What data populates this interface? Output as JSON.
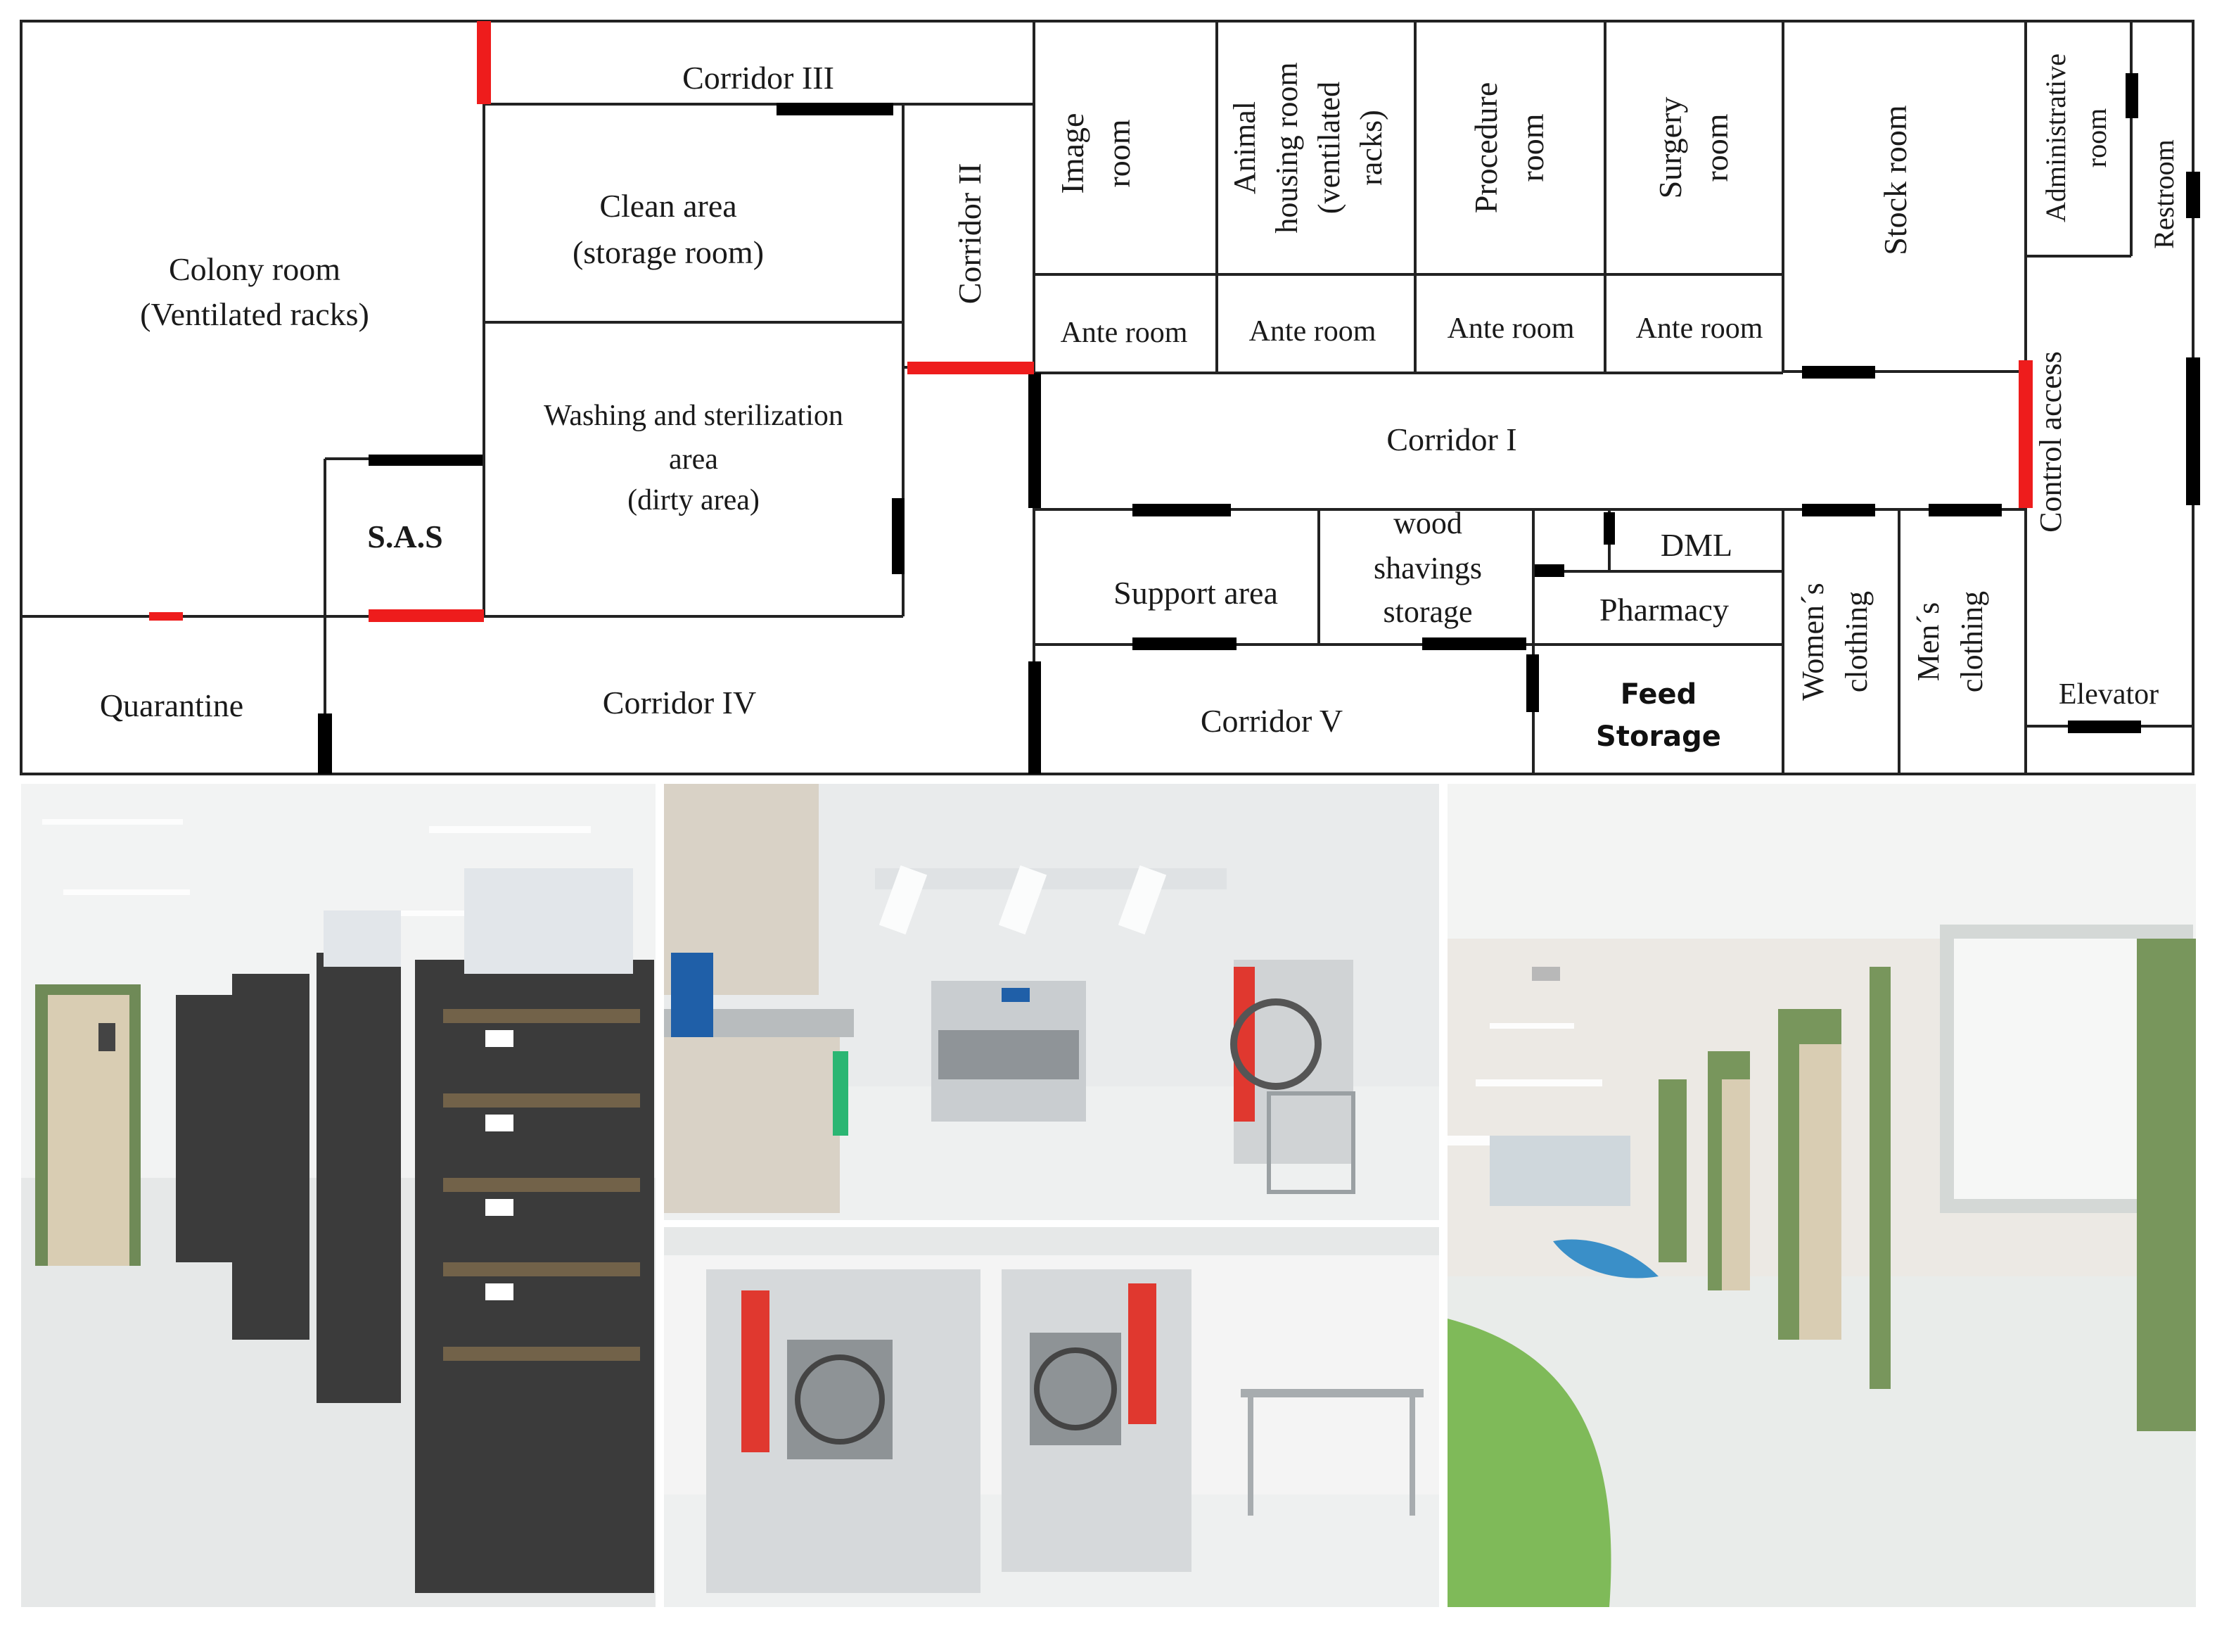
{
  "floor_plan": {
    "rooms": {
      "colony_room": [
        "Colony room",
        "(Ventilated racks)"
      ],
      "corridor_iii": "Corridor III",
      "clean_area": [
        "Clean area",
        "(storage room)"
      ],
      "washing_area": [
        "Washing and sterilization",
        "area",
        "(dirty area)"
      ],
      "sas": "S.A.S",
      "corridor_ii": "Corridor II",
      "quarantine": "Quarantine",
      "corridor_iv": "Corridor IV",
      "image_room": [
        "Image",
        "room"
      ],
      "animal_housing": [
        "Animal",
        "housing room",
        "(ventilated",
        "racks)"
      ],
      "procedure_room": [
        "Procedure",
        "room"
      ],
      "surgery_room": [
        "Surgery",
        "room"
      ],
      "stock_room": "Stock room",
      "administrative_room": [
        "Administrative",
        "room"
      ],
      "restroom": "Restroom",
      "ante_room_1": "Ante room",
      "ante_room_2": "Ante room",
      "ante_room_3": "Ante room",
      "ante_room_4": "Ante room",
      "corridor_i": "Corridor I",
      "control_access": "Control access",
      "support_area": "Support area",
      "wood_shavings": [
        "wood",
        "shavings",
        "storage"
      ],
      "dml": "DML",
      "pharmacy": "Pharmacy",
      "womens_clothing": [
        "Women´s",
        "clothing"
      ],
      "mens_clothing": [
        "Men´s",
        "clothing"
      ],
      "corridor_v": "Corridor V",
      "feed_storage": [
        "Feed",
        "Storage"
      ],
      "elevator": "Elevator"
    },
    "door_colors": {
      "standard": "#000000",
      "restricted": "#ee1c1c"
    }
  },
  "photos": {
    "colony_room_photo": {
      "wall": "#f2f3f3",
      "floor": "#e6e8e8",
      "door": "#6f8a57",
      "rack": "#3b3b3b"
    },
    "washing_room_photo": {
      "wall": "#e9ebec",
      "floor": "#eef0f0",
      "cabinet": "#d9d2c6",
      "accent": "#2bb673"
    },
    "autoclave_photo": {
      "wall": "#f4f4f4",
      "floor": "#eef0f0",
      "accent": "#e0382f"
    },
    "corridor_photo": {
      "wall": "#ece9e4",
      "floor": "#e9ecea",
      "door": "#78965c",
      "floor_green": "#6cb23f",
      "floor_blue": "#3a8fc8"
    }
  }
}
